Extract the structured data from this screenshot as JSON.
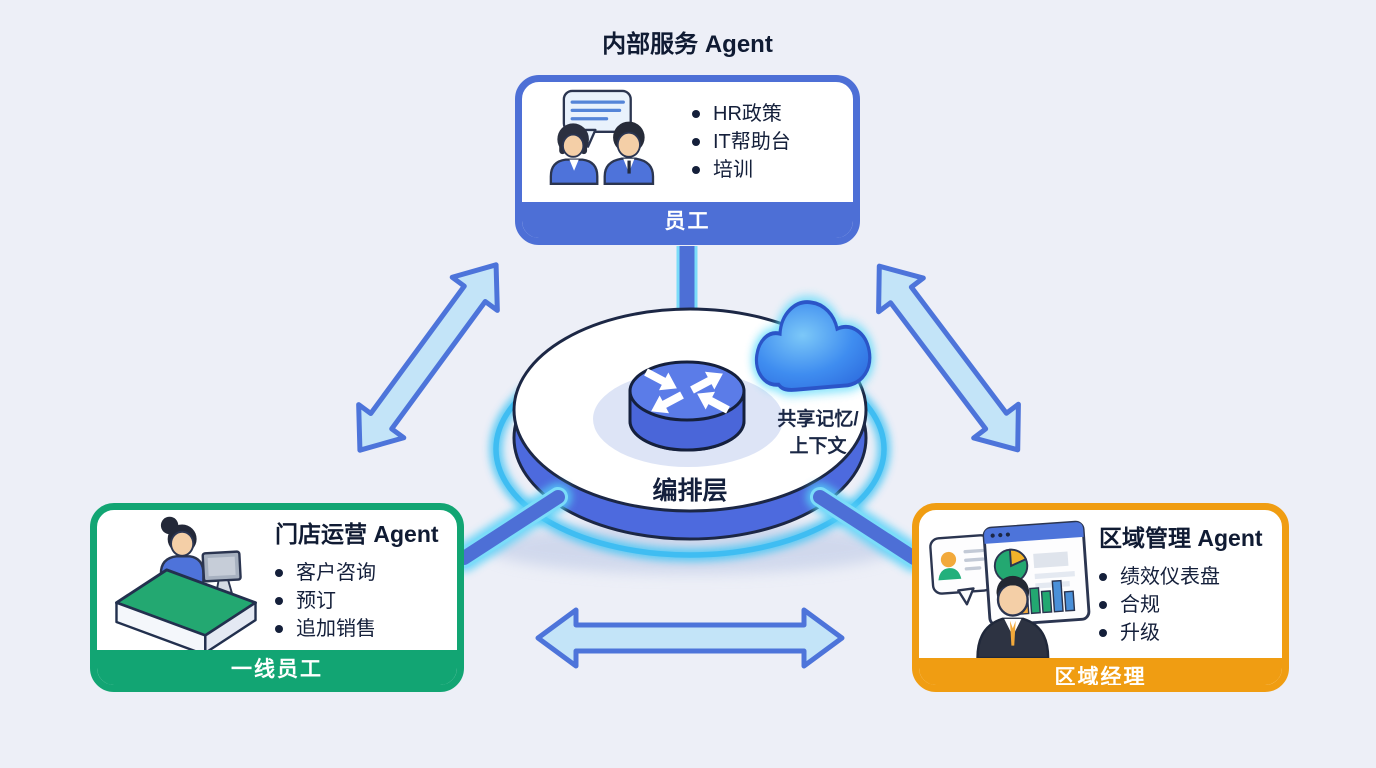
{
  "canvas": {
    "background": "#edeff7"
  },
  "center": {
    "platform_label": "编排层",
    "memory_line1": "共享记忆/",
    "memory_line2": "上下文",
    "router_icon": "router-icon",
    "cloud_icon": "cloud-icon"
  },
  "agents": {
    "top": {
      "title": "内部服务 Agent",
      "items": [
        "HR政策",
        "IT帮助台",
        "培训"
      ],
      "footer": "员工",
      "accent": "#4d6fd6",
      "icon": "people-chat-icon"
    },
    "left": {
      "title": "门店运营 Agent",
      "items": [
        "客户咨询",
        "预订",
        "追加销售"
      ],
      "footer": "一线员工",
      "accent": "#12a573",
      "icon": "reception-desk-icon"
    },
    "right": {
      "title": "区域管理 Agent",
      "items": [
        "绩效仪表盘",
        "合规",
        "升级"
      ],
      "footer": "区域经理",
      "accent": "#f09d12",
      "icon": "manager-dashboard-icon"
    }
  },
  "colors": {
    "arrow_fill": "#c3e4f8",
    "arrow_stroke": "#4d74da",
    "connector_blue": "#4d6fd6",
    "glow_cyan": "#54d0f8",
    "disc_rim": "#4d6ade"
  }
}
